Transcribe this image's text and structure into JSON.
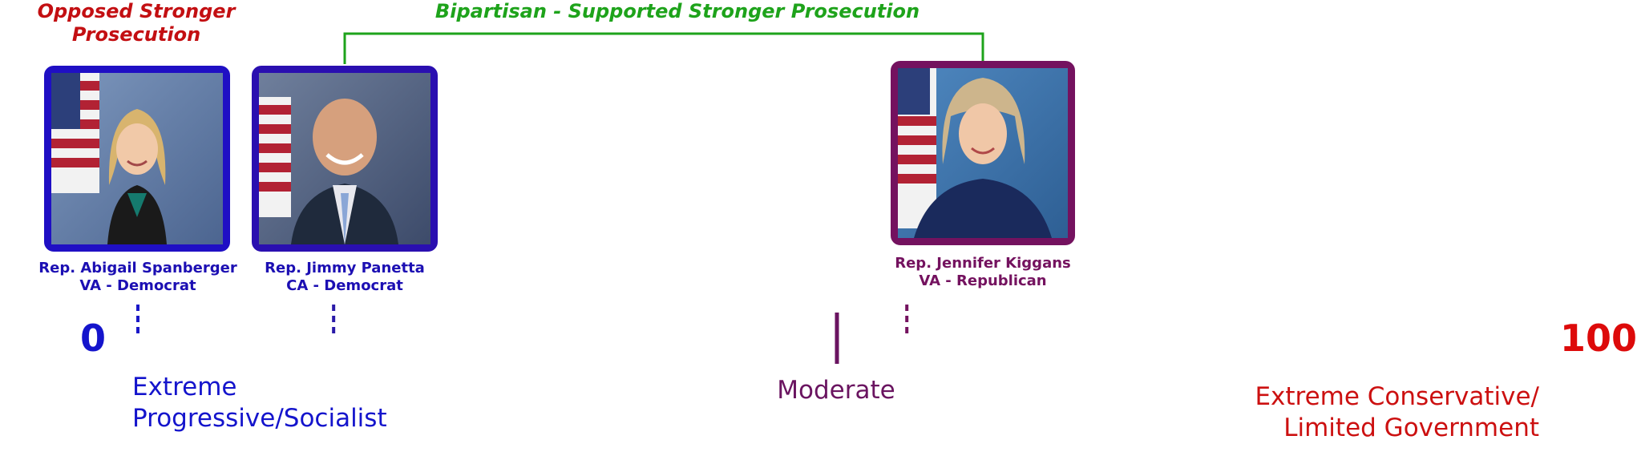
{
  "headings": {
    "opposed": "Opposed Stronger Prosecution",
    "supported": "Bipartisan - Supported Stronger Prosecution"
  },
  "representatives": [
    {
      "name": "Rep. Abigail Spanberger",
      "detail": "VA - Democrat",
      "score": 0,
      "party_color": "#1f0fc4"
    },
    {
      "name": "Rep. Jimmy Panetta",
      "detail": "CA - Democrat",
      "score": 14,
      "party_color": "#2a0fb0"
    },
    {
      "name": "Rep. Jennifer Kiggans",
      "detail": "VA - Republican",
      "score": 55,
      "party_color": "#74125f"
    }
  ],
  "scale": {
    "min_label": "0",
    "max_label": "100",
    "left_caption": "Extreme Progressive/Socialist",
    "center_caption": "Moderate",
    "right_caption": "Extreme Conservative/ Limited Government",
    "gradient_start": "#1414cc",
    "gradient_mid": "#6a1470",
    "gradient_end": "#dd0a0a",
    "midpoint": 50
  },
  "colors": {
    "opposed": "#c30f12",
    "supported": "#1ea31b",
    "democrat_label": "#1c0fb3",
    "republican_label": "#74125f"
  },
  "icons": [
    "american-flag",
    "portrait-photo"
  ]
}
